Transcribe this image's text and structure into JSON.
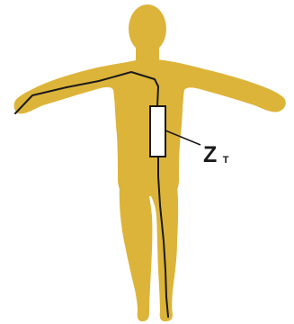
{
  "diagram": {
    "impedance_label": {
      "main": "Z",
      "subscript": "T"
    },
    "colors": {
      "body_fill": "#DDB43A",
      "current_path": "#1a1a1a",
      "resistor_fill": "#ffffff",
      "resistor_stroke": "#1a1a1a",
      "leader_line": "#1a1a1a"
    },
    "icons": {
      "figure": "human-body-silhouette",
      "resistor": "resistor-rectangle-symbol"
    }
  }
}
